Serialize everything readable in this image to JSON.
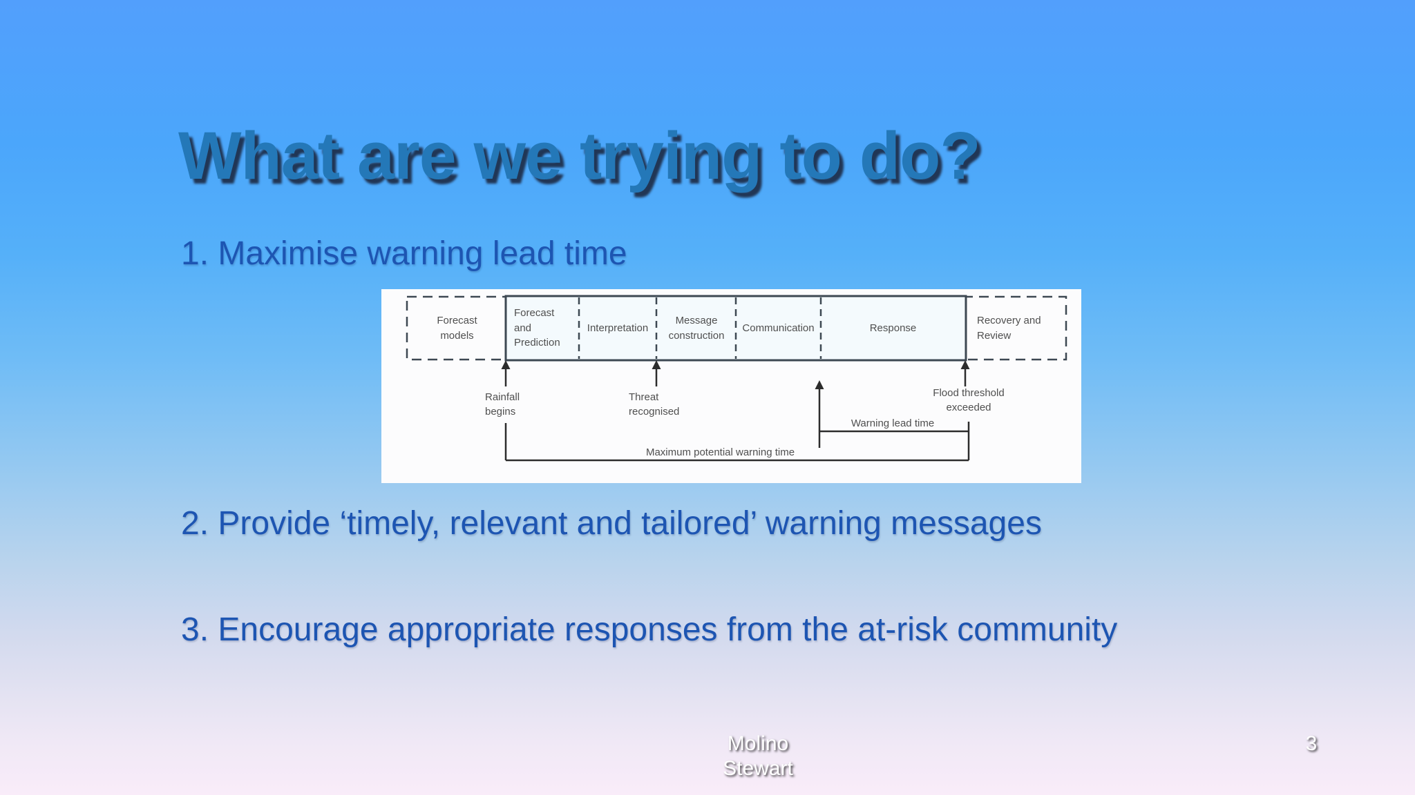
{
  "slide": {
    "title": "What are we trying to do?",
    "points": [
      {
        "label": "1. Maximise warning lead time"
      },
      {
        "label": "2. Provide ‘timely, relevant and tailored’ warning messages"
      },
      {
        "label": "3. Encourage appropriate responses from the at-risk community"
      }
    ],
    "footer": {
      "company": "Molino Stewart",
      "page_number": "3"
    }
  },
  "diagram": {
    "type": "flood-warning-process-timeline",
    "stages": [
      {
        "label": "Forecast models",
        "style": "dashed"
      },
      {
        "label": "Forecast and Prediction",
        "style": "solid"
      },
      {
        "label": "Interpretation",
        "style": "solid"
      },
      {
        "label": "Message construction",
        "style": "solid"
      },
      {
        "label": "Communication",
        "style": "solid"
      },
      {
        "label": "Response",
        "style": "solid"
      },
      {
        "label": "Recovery and Review",
        "style": "dashed"
      }
    ],
    "events": [
      {
        "label": "Rainfall begins"
      },
      {
        "label": "Threat recognised"
      },
      {
        "label": "Flood threshold exceeded"
      }
    ],
    "measures": [
      {
        "label": "Warning lead time"
      },
      {
        "label": "Maximum potential warning time"
      }
    ]
  },
  "colors": {
    "background_top": "#529ffc",
    "background_bottom": "#f9ecf9",
    "title_text": "#2478b8",
    "body_text": "#1d55b2",
    "footer_text": "#ffffff",
    "diagram_bg": "#fcfcfd",
    "diagram_band_fill": "#f4fafd",
    "diagram_line": "#3d4852",
    "diagram_text": "#4f4f4f"
  }
}
